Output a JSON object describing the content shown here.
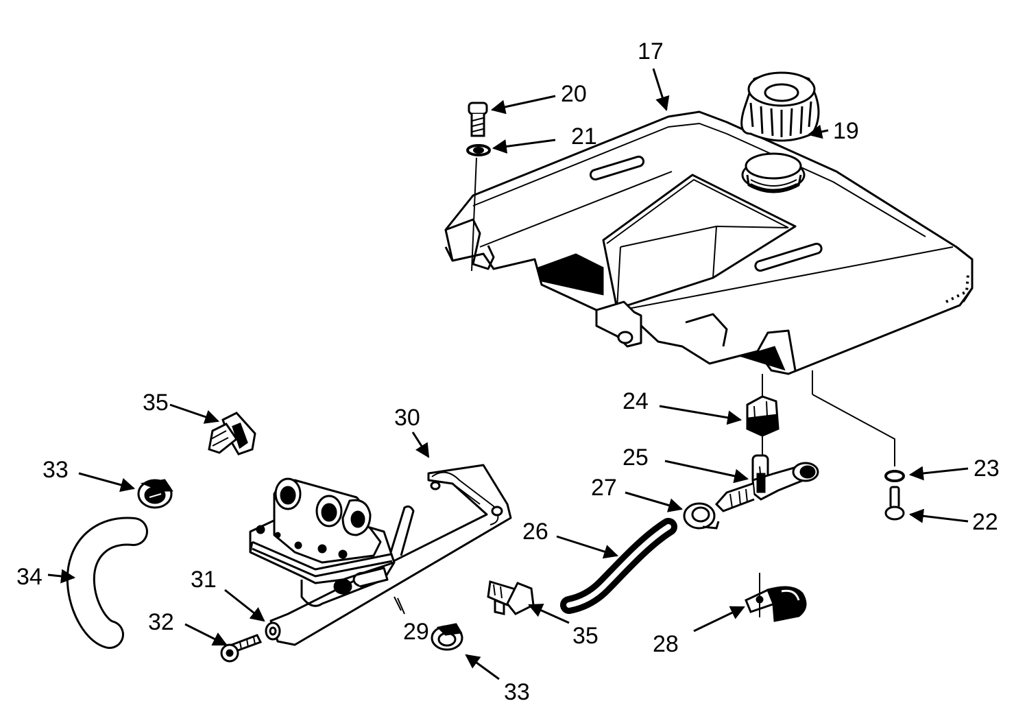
{
  "figure": {
    "type": "exploded-parts-diagram",
    "ink_color": "#000000",
    "background_color": "#ffffff"
  },
  "callouts": {
    "c17": "17",
    "c19": "19",
    "c20": "20",
    "c21": "21",
    "c22": "22",
    "c23": "23",
    "c24": "24",
    "c25": "25",
    "c26": "26",
    "c27": "27",
    "c28": "28",
    "c29": "29",
    "c30": "30",
    "c31": "31",
    "c32": "32",
    "c33a": "33",
    "c33b": "33",
    "c34": "34",
    "c35a": "35",
    "c35b": "35"
  }
}
